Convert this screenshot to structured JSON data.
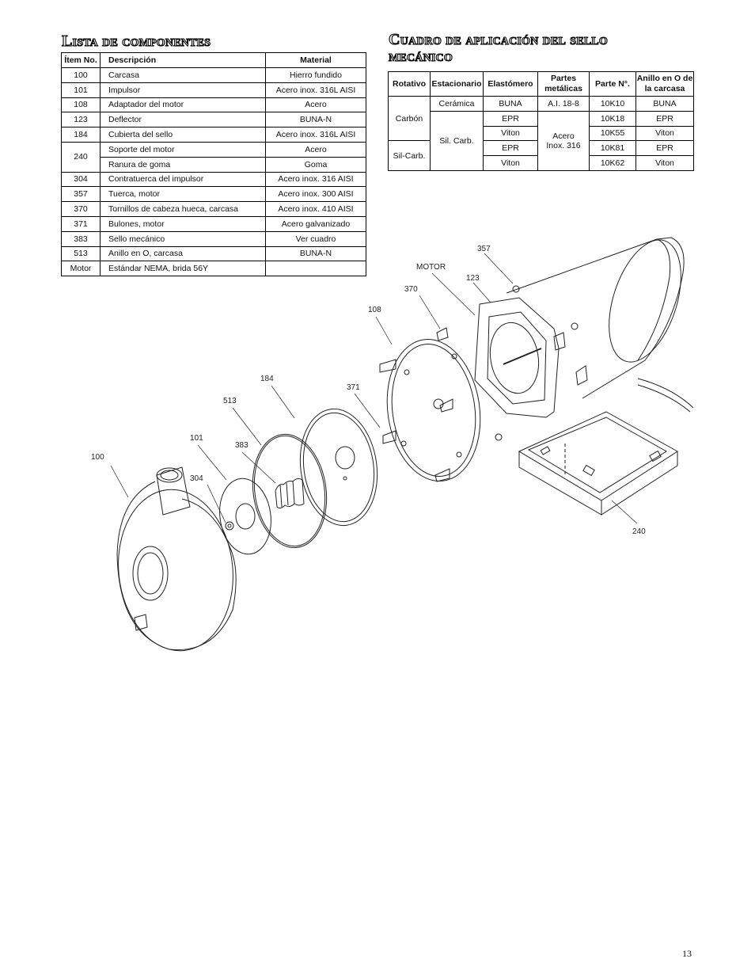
{
  "parts_title": "Lista de componentes",
  "parts_headers": [
    "Ítem No.",
    "Descripción",
    "Material"
  ],
  "parts_rows": [
    [
      "100",
      "Carcasa",
      "Hierro fundido"
    ],
    [
      "101",
      "Impulsor",
      "Acero inox. 316L AISI"
    ],
    [
      "108",
      "Adaptador del motor",
      "Acero"
    ],
    [
      "123",
      "Deflector",
      "BUNA-N"
    ],
    [
      "184",
      "Cubierta del sello",
      "Acero inox. 316L AISI"
    ],
    [
      "240",
      "Soporte del motor",
      "Acero"
    ],
    [
      "",
      "Ranura de goma",
      "Goma"
    ],
    [
      "304",
      "Contratuerca del impulsor",
      "Acero inox. 316 AISI"
    ],
    [
      "357",
      "Tuerca, motor",
      "Acero inox. 300 AISI"
    ],
    [
      "370",
      "Tornillos de cabeza hueca, carcasa",
      "Acero inox. 410 AISI"
    ],
    [
      "371",
      "Bulones, motor",
      "Acero galvanizado"
    ],
    [
      "383",
      "Sello mecánico",
      "Ver cuadro"
    ],
    [
      "513",
      "Anillo en O, carcasa",
      "BUNA-N"
    ],
    [
      "Motor",
      "Estándar NEMA, brida 56Y",
      ""
    ]
  ],
  "seal_title_line1": "Cuadro de aplicación del sello",
  "seal_title_line2": "mecánico",
  "seal_headers": [
    "Rotativo",
    "Estacionario",
    "Elastómero",
    "Partes metálicas",
    "Parte N°.",
    "Anillo en O de la carcasa"
  ],
  "seal_groups": {
    "carbon": "Carbón",
    "silcarb": "Sil-Carb.",
    "ceramica": "Cerámica",
    "silcarb_stat": "Sil. Carb.",
    "ai188": "A.I. 18-8",
    "acero316": "Acero Inox. 316"
  },
  "seal_rows": [
    {
      "elast": "BUNA",
      "part": "10K10",
      "oring": "BUNA"
    },
    {
      "elast": "EPR",
      "part": "10K18",
      "oring": "EPR"
    },
    {
      "elast": "Viton",
      "part": "10K55",
      "oring": "Viton"
    },
    {
      "elast": "EPR",
      "part": "10K81",
      "oring": "EPR"
    },
    {
      "elast": "Viton",
      "part": "10K62",
      "oring": "Viton"
    }
  ],
  "diagram_labels": {
    "l357": "357",
    "motor": "MOTOR",
    "l123": "123",
    "l370": "370",
    "l108": "108",
    "l184": "184",
    "l371": "371",
    "l513": "513",
    "l101": "101",
    "l383": "383",
    "l100": "100",
    "l304": "304",
    "l240": "240"
  },
  "page_number": "13"
}
